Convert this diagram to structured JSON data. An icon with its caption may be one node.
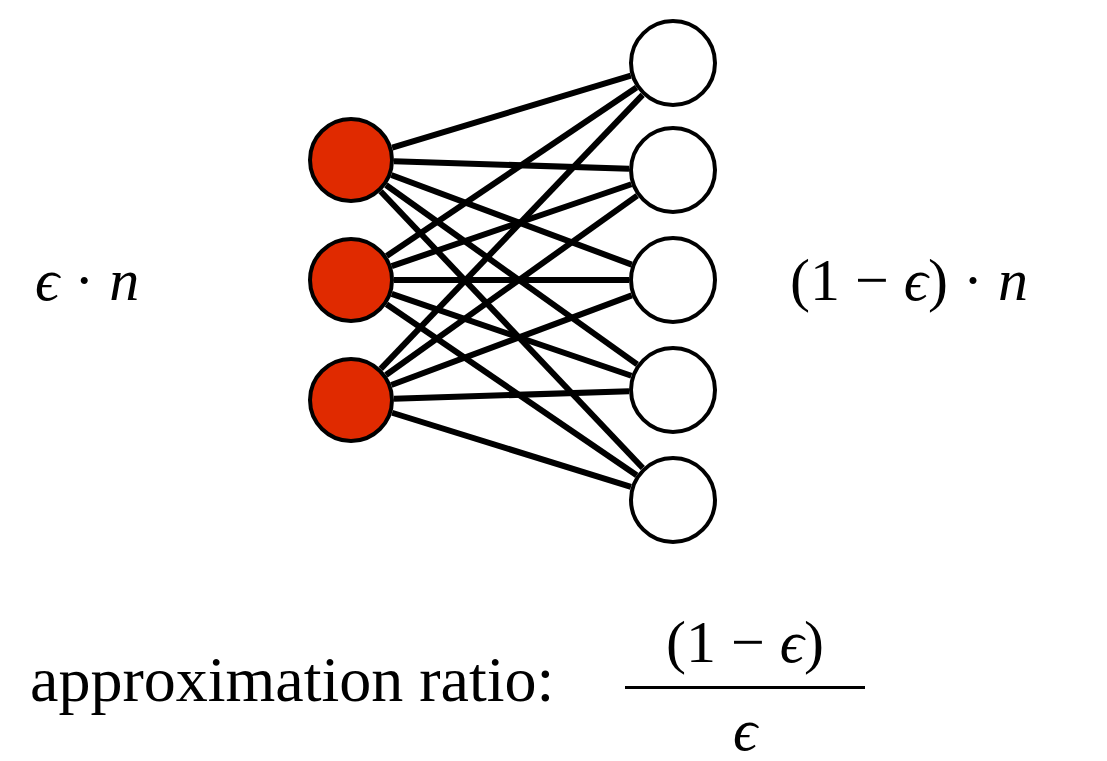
{
  "diagram": {
    "nodes": [
      {
        "text": [],
        "shape": "circle"
      },
      {
        "text": [],
        "shape": "circle"
      },
      {
        "text": [],
        "shape": "circle"
      },
      {
        "text": [],
        "shape": "circle"
      },
      {
        "text": [],
        "shape": "circle"
      },
      {
        "text": [],
        "shape": "circle"
      },
      {
        "text": [],
        "shape": "circle"
      },
      {
        "text": [],
        "shape": "circle"
      }
    ],
    "edges": [
      {
        "from": 0,
        "to": 3,
        "arrow": "none"
      },
      {
        "from": 0,
        "to": 4,
        "arrow": "none"
      },
      {
        "from": 0,
        "to": 5,
        "arrow": "none"
      },
      {
        "from": 0,
        "to": 6,
        "arrow": "none"
      },
      {
        "from": 0,
        "to": 7,
        "arrow": "none"
      },
      {
        "from": 1,
        "to": 3,
        "arrow": "none"
      },
      {
        "from": 1,
        "to": 4,
        "arrow": "none"
      },
      {
        "from": 1,
        "to": 5,
        "arrow": "none"
      },
      {
        "from": 1,
        "to": 6,
        "arrow": "none"
      },
      {
        "from": 1,
        "to": 7,
        "arrow": "none"
      },
      {
        "from": 2,
        "to": 3,
        "arrow": "none"
      },
      {
        "from": 2,
        "to": 4,
        "arrow": "none"
      },
      {
        "from": 2,
        "to": 5,
        "arrow": "none"
      },
      {
        "from": 2,
        "to": 6,
        "arrow": "none"
      },
      {
        "from": 2,
        "to": 7,
        "arrow": "none"
      }
    ],
    "labels": [
      "*ϵ* · *n*",
      "(1 − *ϵ*) · *n*",
      "approximation ratio:",
      "(1 − *ϵ*)",
      "*ϵ*"
    ]
  }
}
